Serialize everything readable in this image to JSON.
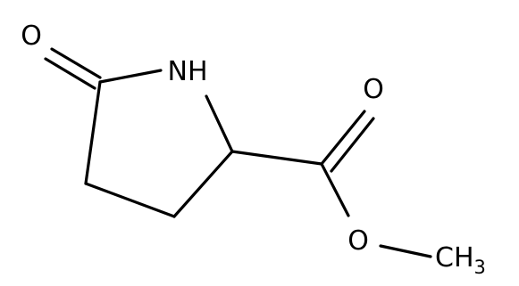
{
  "molecule": {
    "atoms": {
      "ring_oxygen": "O",
      "ring_nitrogen": "NH",
      "carbonyl_oxygen": "O",
      "ester_oxygen": "O",
      "methyl": "CH",
      "methyl_subscript": "3"
    }
  },
  "colors": {
    "bond": "#000000",
    "label": "#000000",
    "background": "#ffffff"
  }
}
